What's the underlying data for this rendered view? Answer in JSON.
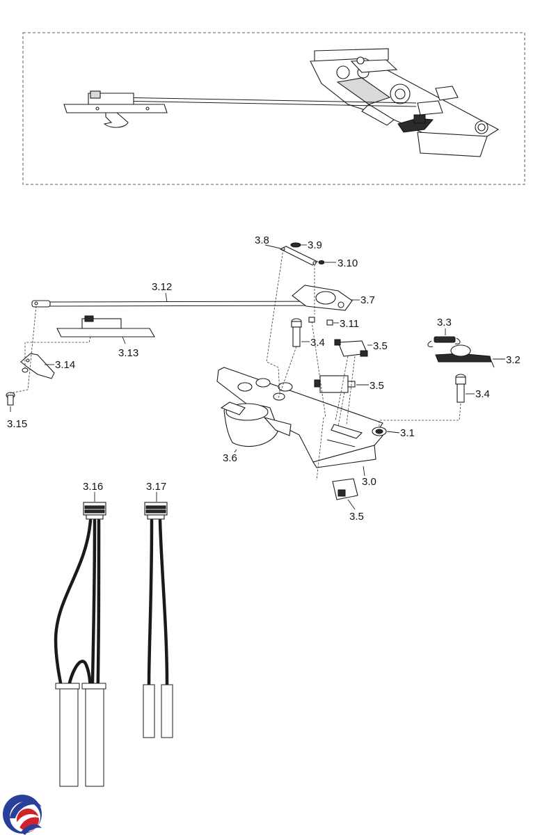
{
  "labels": {
    "p3_0": "3.0",
    "p3_1": "3.1",
    "p3_2": "3.2",
    "p3_3": "3.3",
    "p3_4a": "3.4",
    "p3_4b": "3.4",
    "p3_5a": "3.5",
    "p3_5b": "3.5",
    "p3_5c": "3.5",
    "p3_6": "3.6",
    "p3_7": "3.7",
    "p3_8": "3.8",
    "p3_9": "3.9",
    "p3_10": "3.10",
    "p3_11": "3.11",
    "p3_12": "3.12",
    "p3_13": "3.13",
    "p3_14": "3.14",
    "p3_15": "3.15",
    "p3_16": "3.16",
    "p3_17": "3.17"
  },
  "colors": {
    "logo_blue": "#2a3f9a",
    "logo_red": "#d3212a"
  },
  "logo": {
    "icon": "brand-logo-icon"
  }
}
